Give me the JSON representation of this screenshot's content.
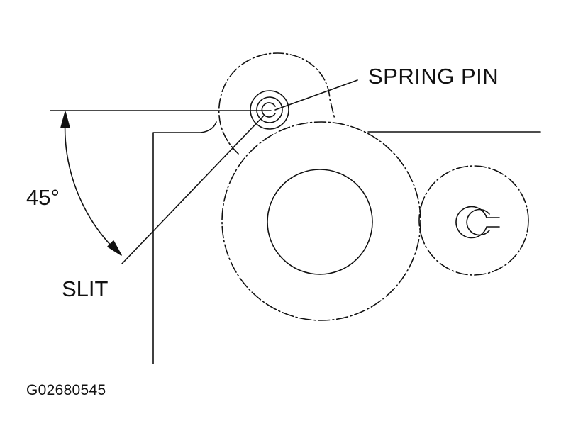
{
  "labels": {
    "spring_pin": "SPRING PIN",
    "angle": "45°",
    "slit": "SLIT",
    "figure_id": "G02680545"
  },
  "colors": {
    "line": "#111111",
    "background": "#ffffff"
  }
}
